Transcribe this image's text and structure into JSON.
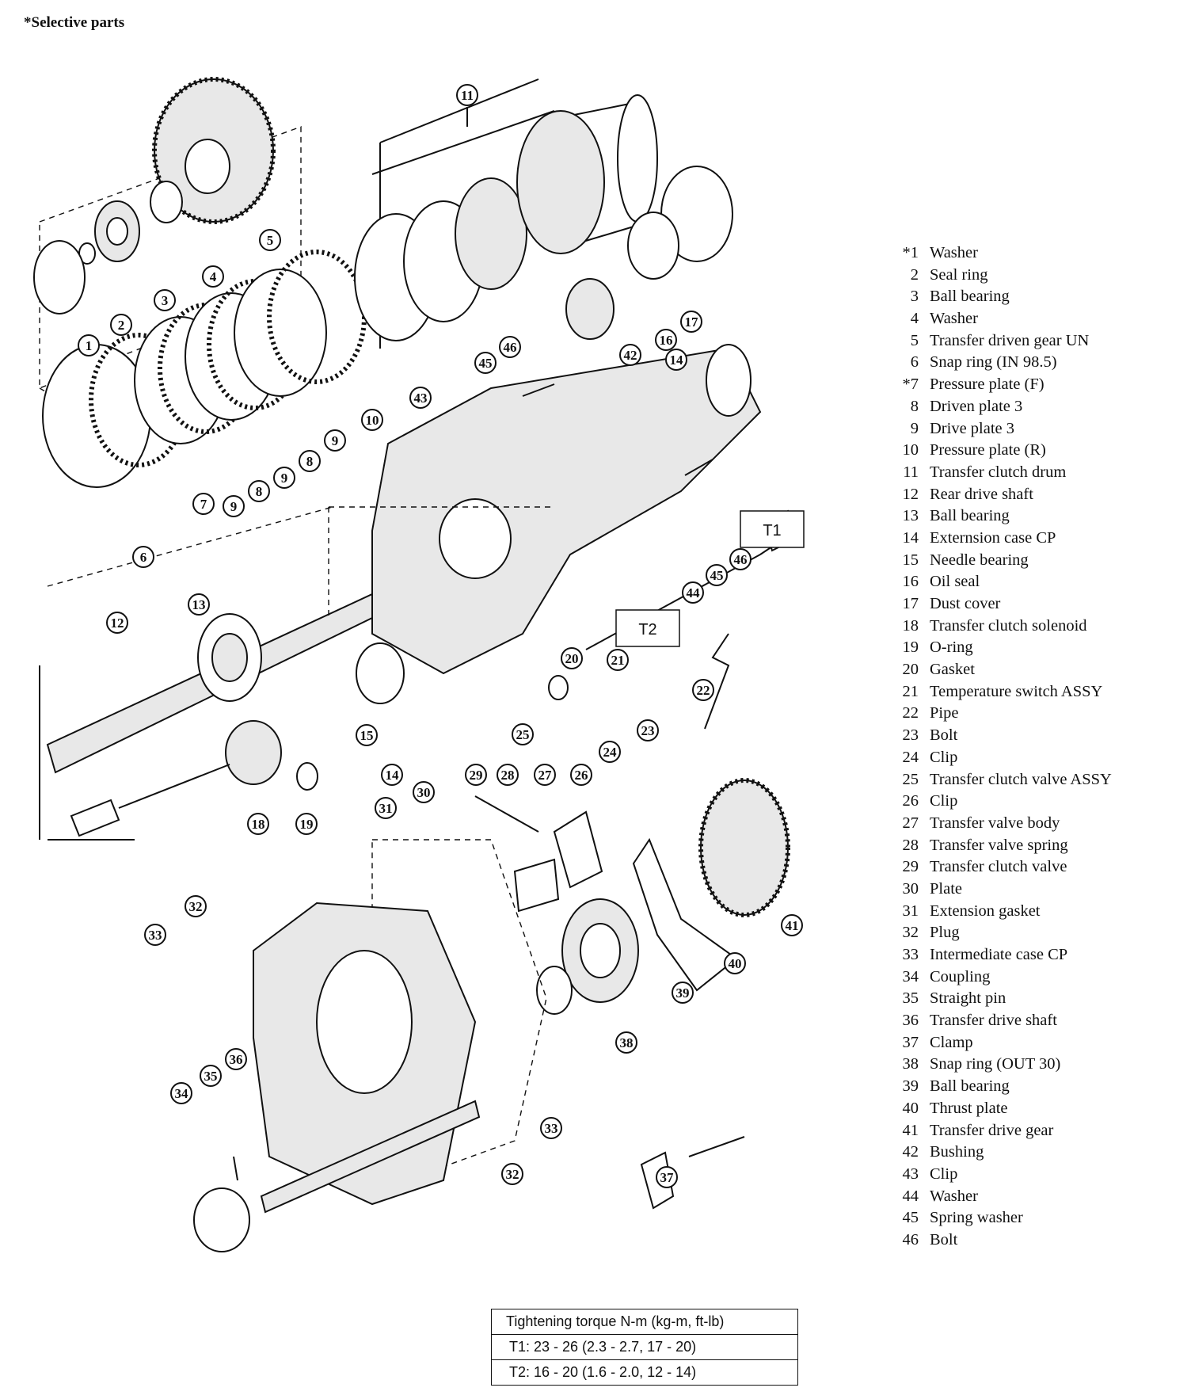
{
  "header": {
    "note": "*Selective parts"
  },
  "legend": [
    {
      "num": "*1",
      "name": "Washer"
    },
    {
      "num": "2",
      "name": "Seal ring"
    },
    {
      "num": "3",
      "name": "Ball bearing"
    },
    {
      "num": "4",
      "name": "Washer"
    },
    {
      "num": "5",
      "name": "Transfer driven gear UN"
    },
    {
      "num": "6",
      "name": "Snap ring (IN 98.5)"
    },
    {
      "num": "*7",
      "name": "Pressure plate (F)"
    },
    {
      "num": "8",
      "name": "Driven plate 3"
    },
    {
      "num": "9",
      "name": "Drive plate 3"
    },
    {
      "num": "10",
      "name": "Pressure plate (R)"
    },
    {
      "num": "11",
      "name": "Transfer clutch drum"
    },
    {
      "num": "12",
      "name": "Rear drive shaft"
    },
    {
      "num": "13",
      "name": "Ball bearing"
    },
    {
      "num": "14",
      "name": "Externsion case CP"
    },
    {
      "num": "15",
      "name": "Needle bearing"
    },
    {
      "num": "16",
      "name": "Oil seal"
    },
    {
      "num": "17",
      "name": "Dust cover"
    },
    {
      "num": "18",
      "name": "Transfer clutch solenoid"
    },
    {
      "num": "19",
      "name": "O-ring"
    },
    {
      "num": "20",
      "name": "Gasket"
    },
    {
      "num": "21",
      "name": "Temperature switch ASSY"
    },
    {
      "num": "22",
      "name": "Pipe"
    },
    {
      "num": "23",
      "name": "Bolt"
    },
    {
      "num": "24",
      "name": "Clip"
    },
    {
      "num": "25",
      "name": "Transfer clutch valve ASSY"
    },
    {
      "num": "26",
      "name": "Clip"
    },
    {
      "num": "27",
      "name": "Transfer valve body"
    },
    {
      "num": "28",
      "name": "Transfer valve spring"
    },
    {
      "num": "29",
      "name": "Transfer clutch valve"
    },
    {
      "num": "30",
      "name": "Plate"
    },
    {
      "num": "31",
      "name": "Extension gasket"
    },
    {
      "num": "32",
      "name": "Plug"
    },
    {
      "num": "33",
      "name": "Intermediate case CP"
    },
    {
      "num": "34",
      "name": "Coupling"
    },
    {
      "num": "35",
      "name": "Straight pin"
    },
    {
      "num": "36",
      "name": "Transfer drive shaft"
    },
    {
      "num": "37",
      "name": "Clamp"
    },
    {
      "num": "38",
      "name": "Snap ring (OUT 30)"
    },
    {
      "num": "39",
      "name": "Ball bearing"
    },
    {
      "num": "40",
      "name": "Thrust plate"
    },
    {
      "num": "41",
      "name": "Transfer drive gear"
    },
    {
      "num": "42",
      "name": "Bushing"
    },
    {
      "num": "43",
      "name": "Clip"
    },
    {
      "num": "44",
      "name": "Washer"
    },
    {
      "num": "45",
      "name": "Spring washer"
    },
    {
      "num": "46",
      "name": "Bolt"
    }
  ],
  "callouts": [
    "1",
    "2",
    "3",
    "4",
    "5",
    "6",
    "7",
    "8",
    "9",
    "10",
    "11",
    "12",
    "13",
    "14",
    "15",
    "16",
    "17",
    "18",
    "19",
    "20",
    "21",
    "22",
    "23",
    "24",
    "25",
    "26",
    "27",
    "28",
    "29",
    "30",
    "31",
    "32",
    "33",
    "34",
    "35",
    "36",
    "37",
    "38",
    "39",
    "40",
    "41",
    "42",
    "43",
    "44",
    "45",
    "46"
  ],
  "torque_labels": {
    "t1": "T1",
    "t2": "T2"
  },
  "torque_table": {
    "header": "Tightening torque  N-m (kg-m, ft-lb)",
    "rows": [
      "T1:  23 - 26 (2.3 - 2.7, 17 - 20)",
      "T2:  16 - 20 (1.6 - 2.0, 12 - 14)"
    ]
  }
}
